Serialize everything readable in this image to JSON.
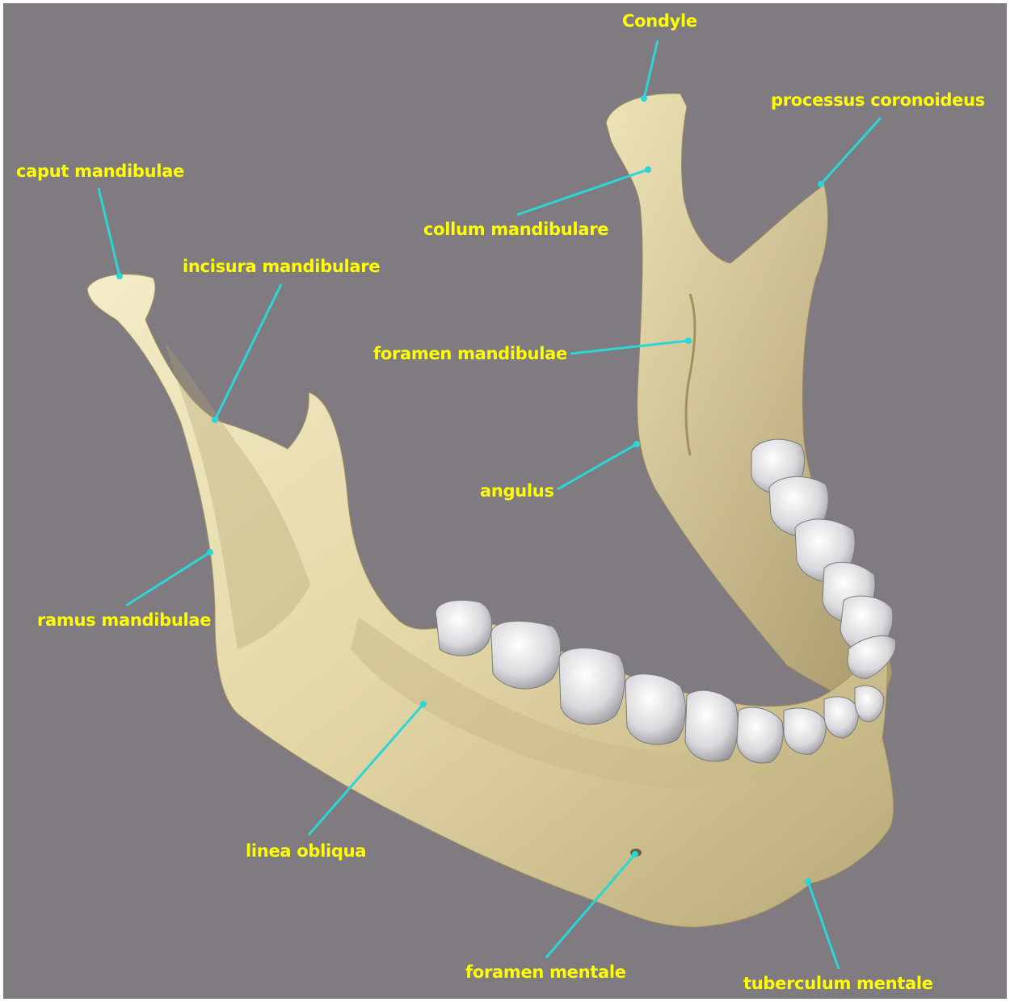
{
  "diagram": {
    "subject": "mandible",
    "colors": {
      "background": "#7f7b80",
      "bone": "#e6dbae",
      "tooth": "#e8e8ec",
      "label_text": "#ffff00",
      "leader_line": "#2ad6d6"
    },
    "labels": {
      "condyle": "Condyle",
      "processus_coronoideus": "processus coronoideus",
      "caput_mandibulae": "caput mandibulae",
      "collum_mandibulare": "collum mandibulare",
      "incisura_mandibulare": "incisura mandibulare",
      "foramen_mandibulae": "foramen mandibulae",
      "angulus": "angulus",
      "ramus_mandibulae": "ramus mandibulae",
      "linea_obliqua": "linea obliqua",
      "foramen_mentale": "foramen mentale",
      "tuberculum_mentale": "tuberculum mentale"
    }
  }
}
